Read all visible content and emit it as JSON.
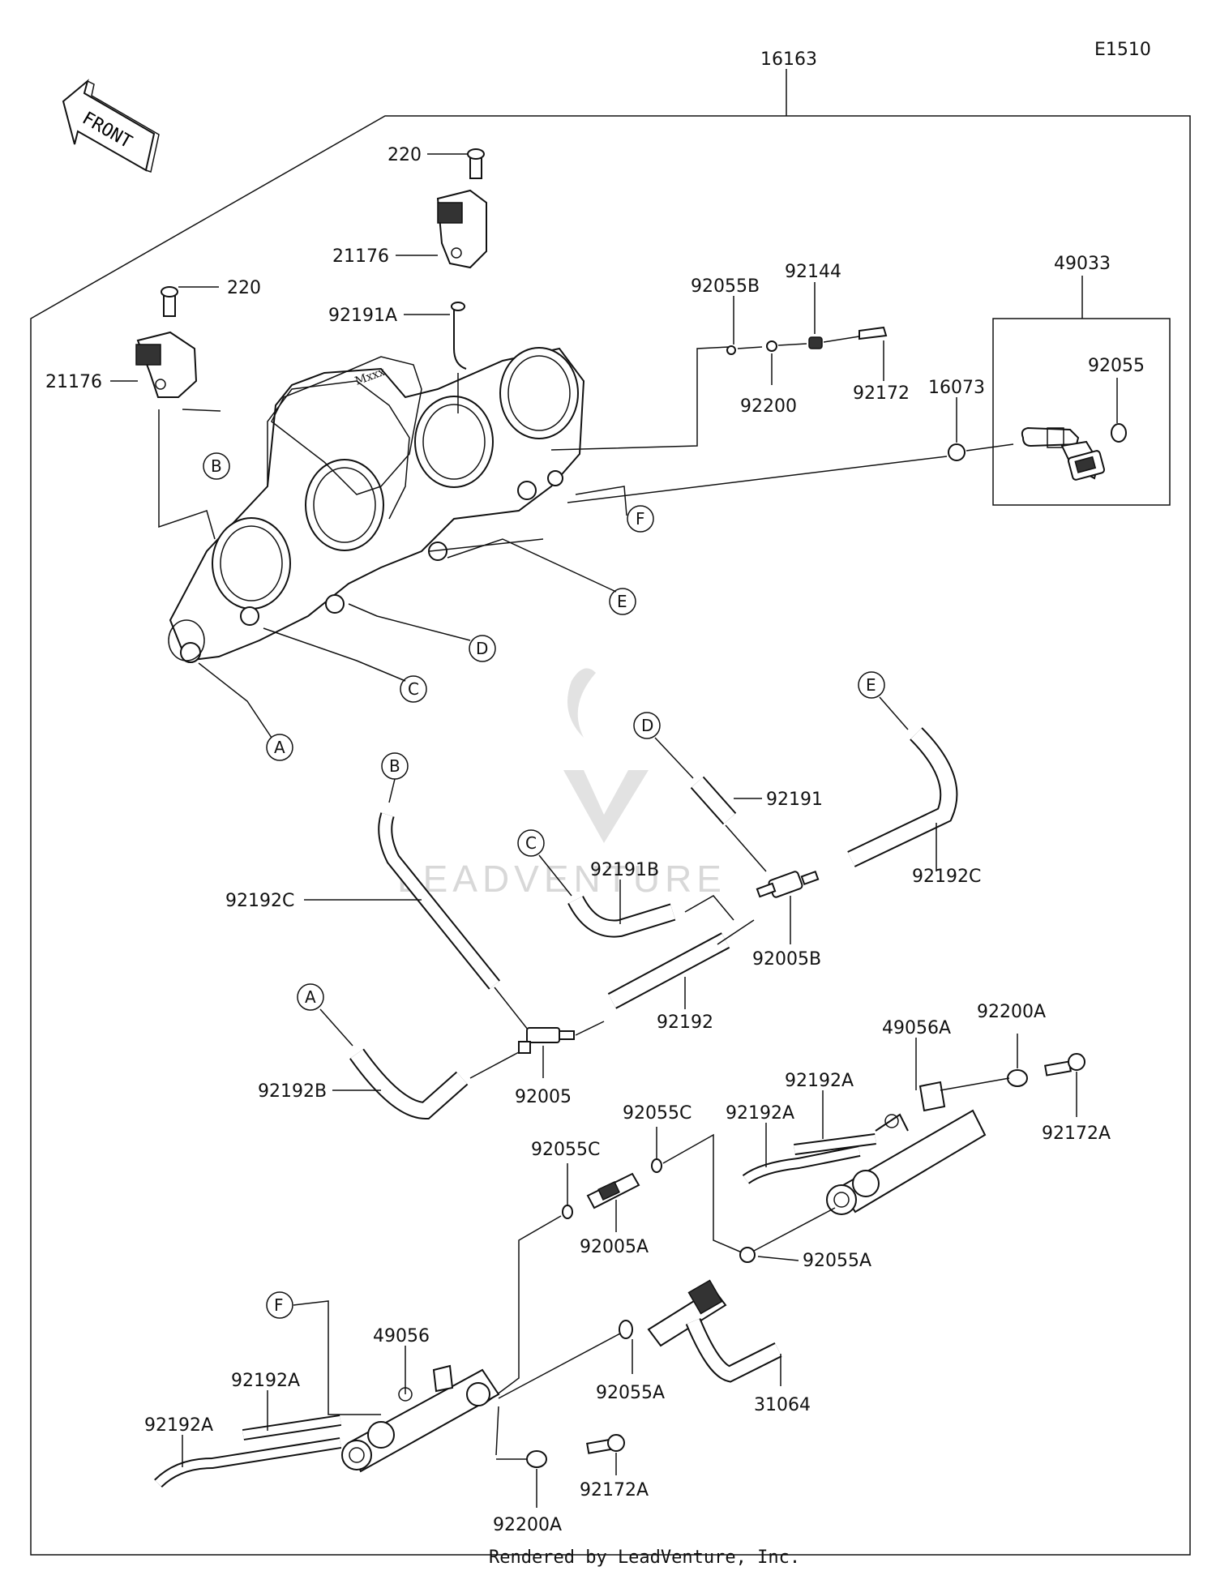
{
  "diagram_code": "E1510",
  "front_label": "FRONT",
  "footer": "Rendered by LeadVenture, Inc.",
  "watermark": "LEADVENTURE",
  "parts": {
    "p16163": "16163",
    "p220_top": "220",
    "p220_left": "220",
    "p21176_top": "21176",
    "p21176_left": "21176",
    "p92191A": "92191A",
    "p92055B": "92055B",
    "p92144": "92144",
    "p92200": "92200",
    "p92172": "92172",
    "p16073": "16073",
    "p49033": "49033",
    "p92055": "92055",
    "p92191": "92191",
    "p92192C_right": "92192C",
    "p92192C_left": "92192C",
    "p92191B": "92191B",
    "p92005B": "92005B",
    "p92192": "92192",
    "p92005": "92005",
    "p92192B": "92192B",
    "p92200A_top": "92200A",
    "p49056A": "49056A",
    "p92192A_a": "92192A",
    "p92192A_b": "92192A",
    "p92172A_top": "92172A",
    "p92055C_top": "92055C",
    "p92055C_left": "92055C",
    "p92005A": "92005A",
    "p92055A_right": "92055A",
    "p49056": "49056",
    "p92192A_c": "92192A",
    "p92192A_d": "92192A",
    "p92055A_bottom": "92055A",
    "p31064": "31064",
    "p92172A_bottom": "92172A",
    "p92200A_bottom": "92200A"
  },
  "callouts": {
    "A1": "A",
    "B1": "B",
    "C1": "C",
    "D1": "D",
    "E1": "E",
    "F1": "F",
    "A2": "A",
    "B2": "B",
    "C2": "C",
    "D2": "D",
    "E2": "E",
    "F2": "F"
  }
}
